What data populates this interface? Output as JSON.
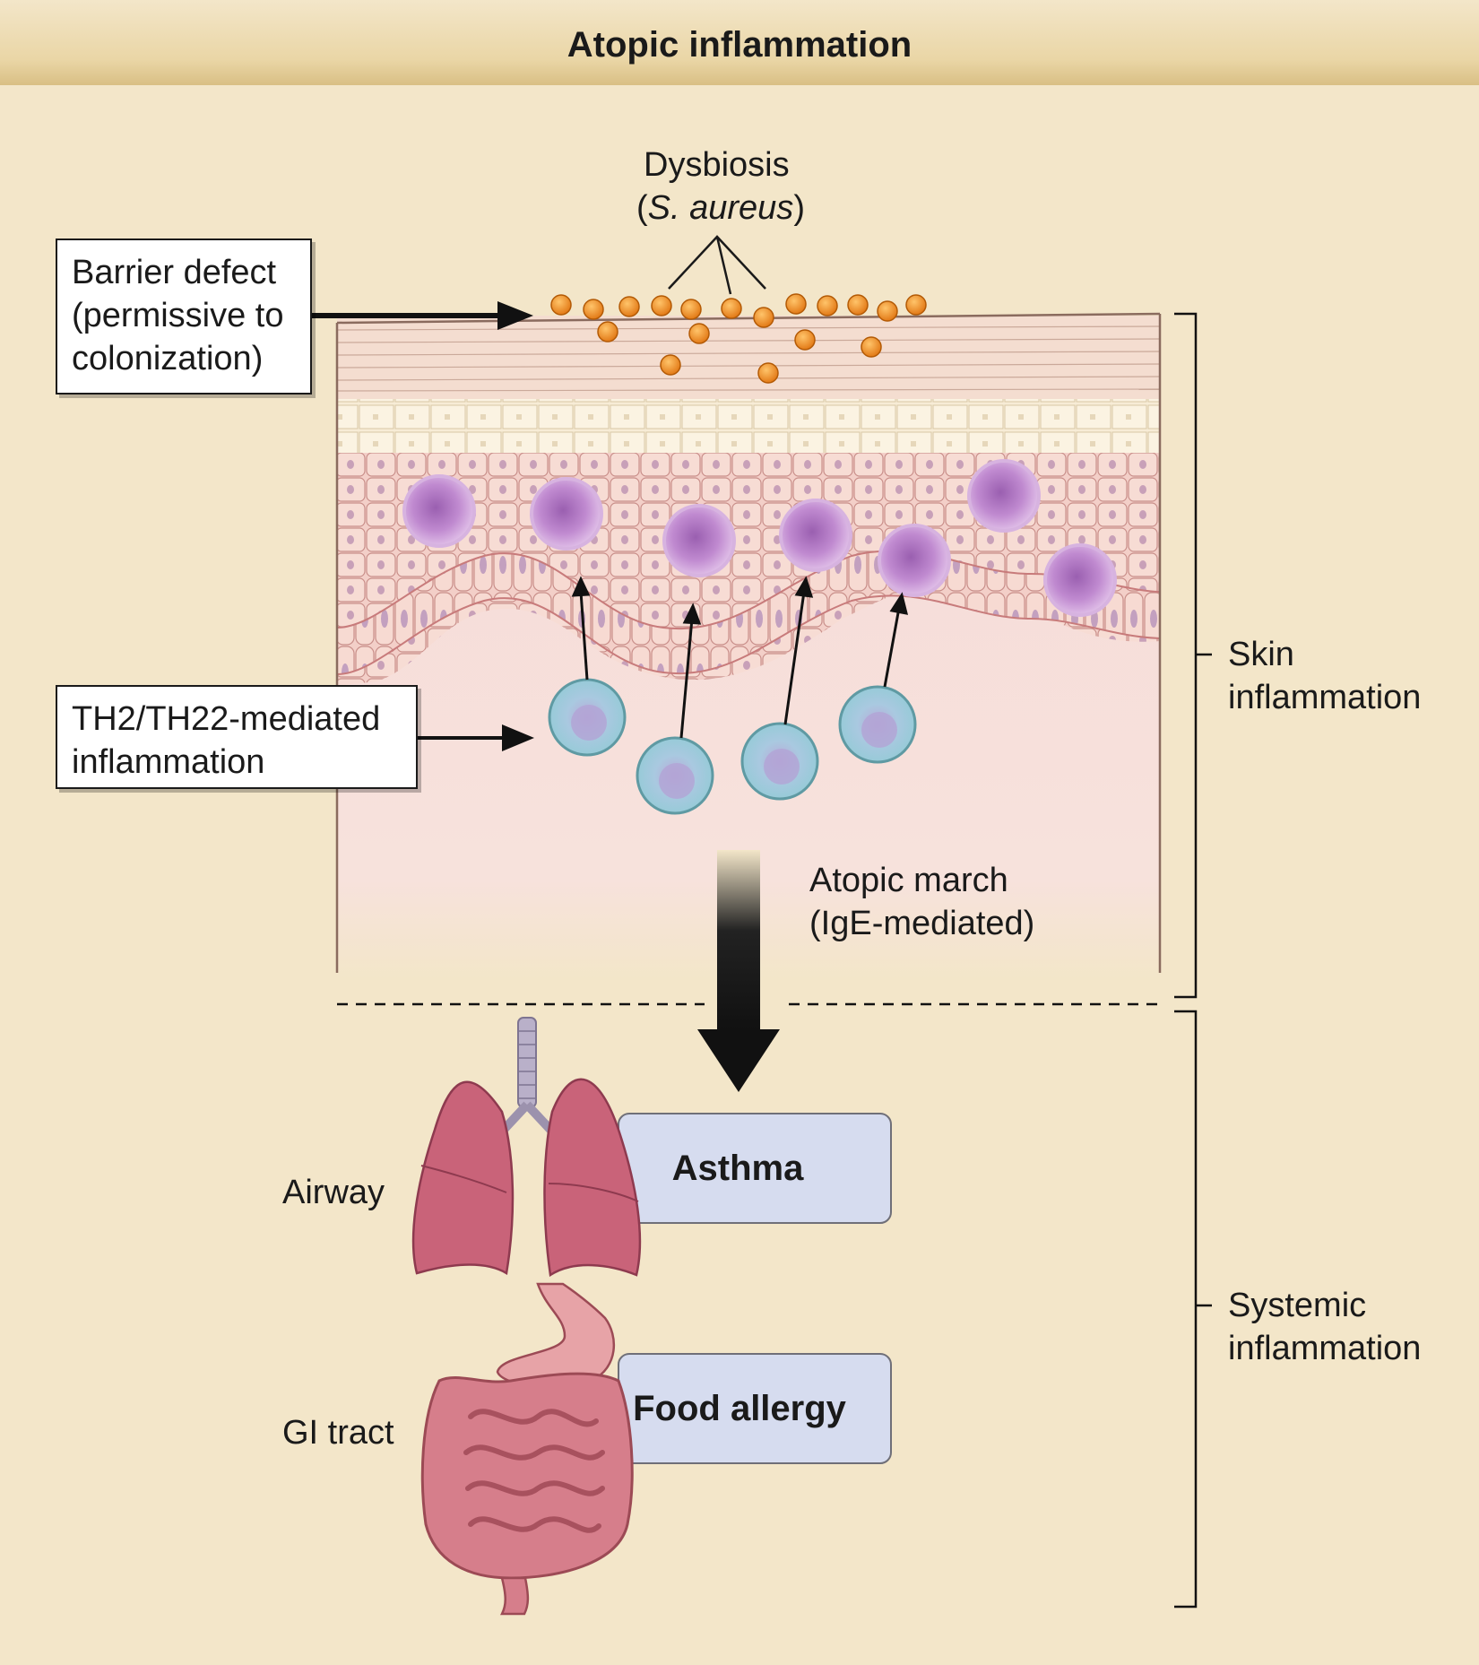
{
  "title": "Atopic  inflammation",
  "dysbiosis": {
    "line1": "Dysbiosis",
    "line2_open": "(",
    "line2_italic": "S. aureus",
    "line2_close": ")"
  },
  "barrier_box": {
    "line1": "Barrier defect",
    "line2": "(permissive to",
    "line3": "colonization)"
  },
  "th_box": {
    "line1": "TH2/TH22-mediated",
    "line2": "inflammation"
  },
  "march": {
    "line1": "Atopic march",
    "line2": "(IgE-mediated)"
  },
  "brackets": {
    "skin": {
      "line1": "Skin",
      "line2": "inflammation"
    },
    "systemic": {
      "line1": "Systemic",
      "line2": "inflammation"
    }
  },
  "organs": [
    {
      "label": "Airway",
      "condition": "Asthma"
    },
    {
      "label": "GI tract",
      "condition": "Food allergy"
    }
  ],
  "colors": {
    "background": "#f3e6c9",
    "header_band": "#ead6a6",
    "skin_pink": "#f4d6d6",
    "bacteria": "#f08a1c",
    "mast_cell": "#b77bc6",
    "t_cell": "#9fd3dc",
    "condition_box": "#d6dcef",
    "organ": "#c96379"
  },
  "icons": [
    "bacteria-icon",
    "mast-cell-icon",
    "t-cell-icon",
    "lungs-icon",
    "gi-tract-icon"
  ]
}
